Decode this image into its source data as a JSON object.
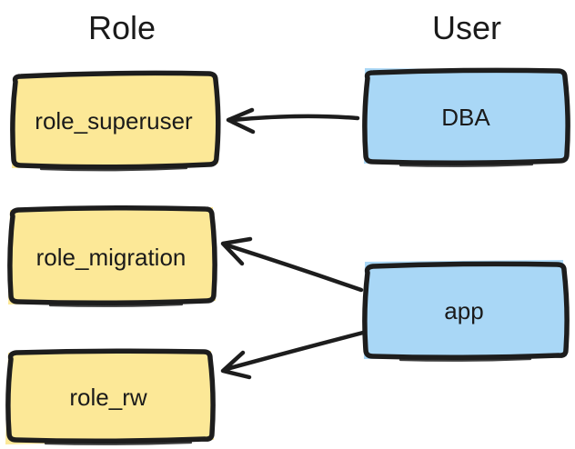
{
  "diagram": {
    "background": "#ffffff",
    "stroke_color": "#1d1d1d",
    "text_color": "#1a1a1a",
    "columns": [
      {
        "id": "role",
        "label": "Role"
      },
      {
        "id": "user",
        "label": "User"
      }
    ],
    "nodes": [
      {
        "id": "role_superuser",
        "label": "role_superuser",
        "type": "role",
        "fill": "#fce897"
      },
      {
        "id": "role_migration",
        "label": "role_migration",
        "type": "role",
        "fill": "#fce897"
      },
      {
        "id": "role_rw",
        "label": "role_rw",
        "type": "role",
        "fill": "#fce897"
      },
      {
        "id": "DBA",
        "label": "DBA",
        "type": "user",
        "fill": "#a9d7f6"
      },
      {
        "id": "app",
        "label": "app",
        "type": "user",
        "fill": "#a9d7f6"
      }
    ],
    "edges": [
      {
        "from": "DBA",
        "to": "role_superuser"
      },
      {
        "from": "app",
        "to": "role_migration"
      },
      {
        "from": "app",
        "to": "role_rw"
      }
    ]
  }
}
